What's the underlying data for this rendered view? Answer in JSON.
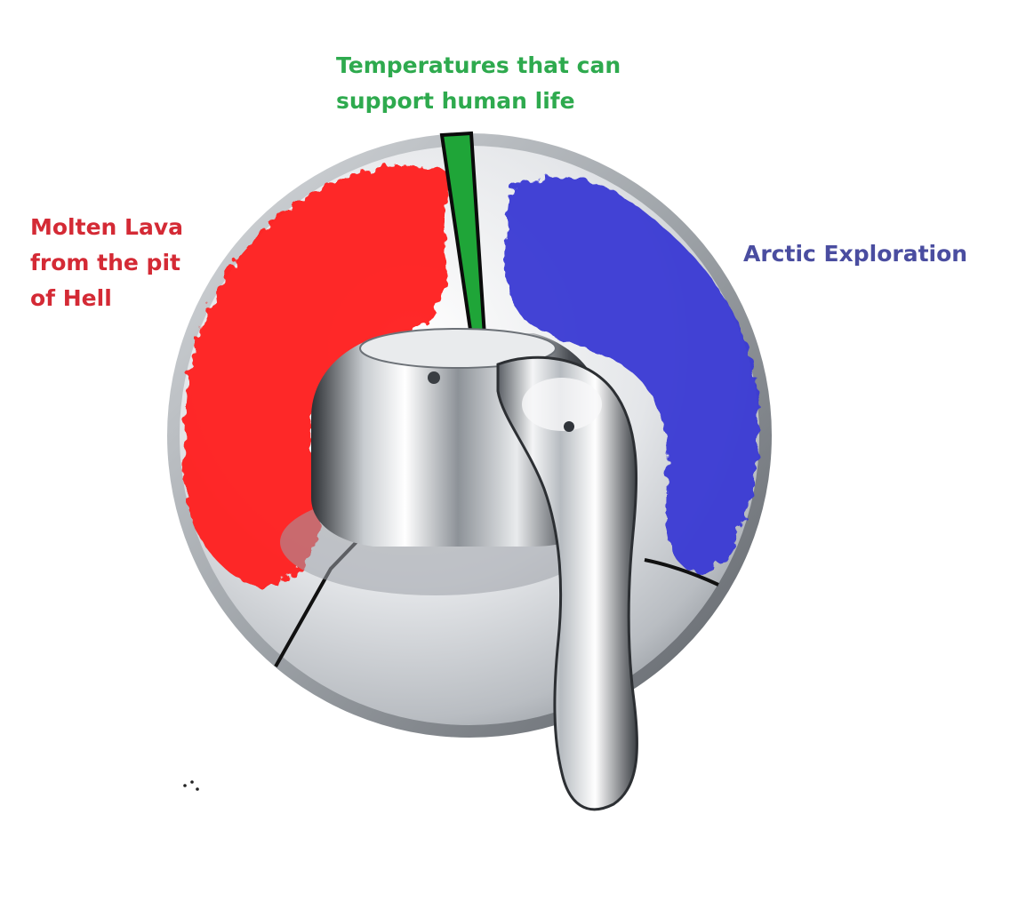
{
  "labels": {
    "human_life": {
      "lines": [
        "Temperatures that can",
        "support human life"
      ],
      "color": "#2eaa4e"
    },
    "hot": {
      "lines": [
        "Molten Lava",
        "from the pit",
        "of Hell"
      ],
      "color": "#d42a35"
    },
    "cold": {
      "text": "Arctic Exploration",
      "color": "#4a4da0"
    }
  },
  "zones": {
    "hot_color": "#ff1a1a",
    "cold_color": "#3a3ad4",
    "safe_color": "#1fa538"
  },
  "icons": [
    "shower-valve-handle",
    "hot-zone-scribble",
    "cold-zone-scribble",
    "safe-zone-wedge"
  ]
}
